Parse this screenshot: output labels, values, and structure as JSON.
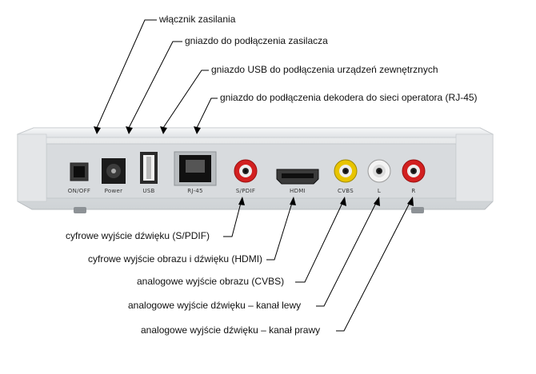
{
  "diagram": {
    "top_callouts": [
      {
        "id": "power-switch",
        "text": "włącznik zasilania"
      },
      {
        "id": "power-socket",
        "text": "gniazdo do podłączenia zasilacza"
      },
      {
        "id": "usb-socket",
        "text": "gniazdo USB do podłączenia urządzeń zewnętrznych"
      },
      {
        "id": "rj45-socket",
        "text": "gniazdo do podłączenia dekodera do sieci operatora (RJ-45)"
      }
    ],
    "bottom_callouts": [
      {
        "id": "spdif-output",
        "text": "cyfrowe wyjście dźwięku (S/PDIF)"
      },
      {
        "id": "hdmi-output",
        "text": "cyfrowe wyjście obrazu i dźwięku (HDMI)"
      },
      {
        "id": "cvbs-output",
        "text": "analogowe wyjście obrazu (CVBS)"
      },
      {
        "id": "audio-left-output",
        "text": "analogowe wyjście dźwięku – kanał lewy"
      },
      {
        "id": "audio-right-output",
        "text": "analogowe wyjście dźwięku – kanał prawy"
      }
    ],
    "port_labels": {
      "on_off": "ON/OFF",
      "power": "Power",
      "usb": "USB",
      "rj45": "RJ-45",
      "spdif": "S/PDIF",
      "hdmi": "HDMI",
      "cvbs": "CVBS",
      "left": "L",
      "right": "R"
    },
    "colors": {
      "body": "#e9ebec",
      "panel": "#d9dcdf",
      "spdif_ring": "#d22020",
      "cvbs_ring": "#e8c400",
      "left_ring": "#f4f4f4",
      "right_ring": "#d22020"
    }
  }
}
